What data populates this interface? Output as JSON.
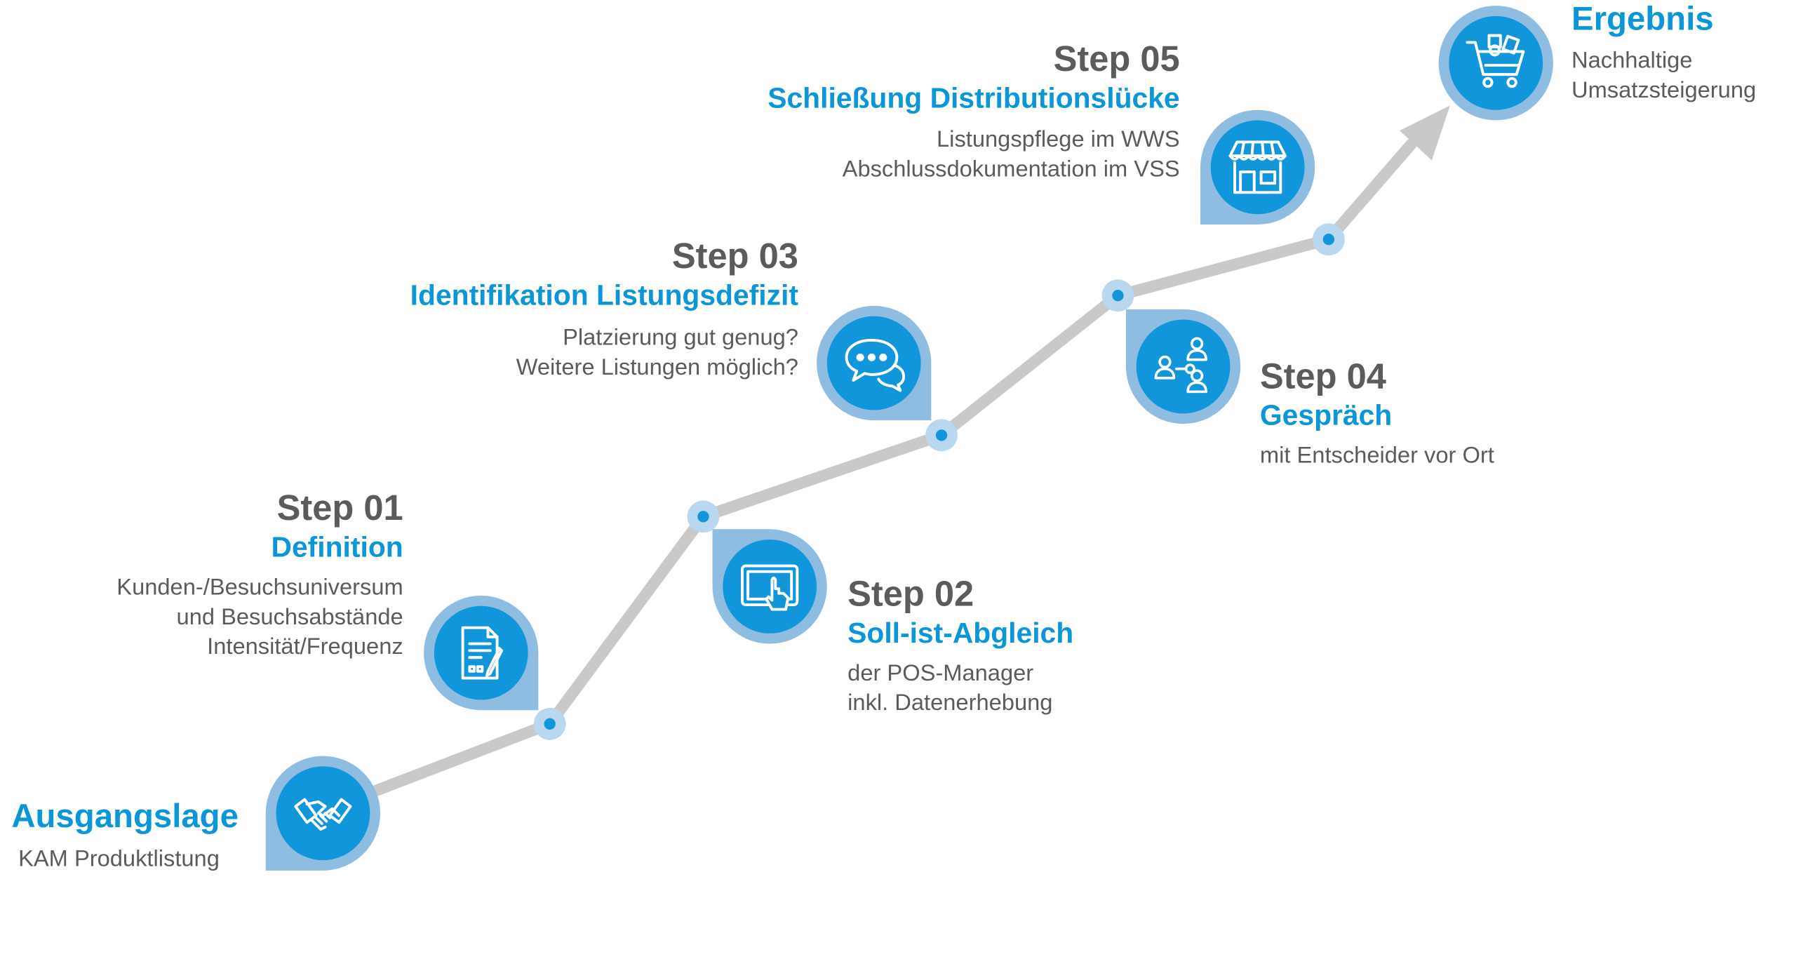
{
  "colors": {
    "accent": "#1296db",
    "pin_ring": "#8fbde2",
    "path": "#c9c9c9",
    "text": "#5b5b5b"
  },
  "start": {
    "title": "Ausgangslage",
    "text": "KAM Produktlistung",
    "icon": "handshake-icon"
  },
  "step01": {
    "step": "Step 01",
    "title": "Definition",
    "lines": [
      "Kunden-/Besuchsuniversum",
      "und Besuchsabstände",
      "Intensität/Frequenz"
    ],
    "icon": "document-icon"
  },
  "step02": {
    "step": "Step 02",
    "title": "Soll-ist-Abgleich",
    "lines": [
      "der POS-Manager",
      "inkl. Datenerhebung"
    ],
    "icon": "tablet-touch-icon"
  },
  "step03": {
    "step": "Step 03",
    "title": "Identifikation Listungsdefizit",
    "lines": [
      "Platzierung gut genug?",
      "Weitere Listungen möglich?"
    ],
    "icon": "chat-bubbles-icon"
  },
  "step04": {
    "step": "Step 04",
    "title": "Gespräch",
    "lines": [
      "mit Entscheider vor Ort"
    ],
    "icon": "people-network-icon"
  },
  "step05": {
    "step": "Step 05",
    "title": "Schließung Distributionslücke",
    "lines": [
      "Listungspflege im WWS",
      "Abschlussdokumentation im VSS"
    ],
    "icon": "storefront-icon"
  },
  "result": {
    "title": "Ergebnis",
    "lines": [
      "Nachhaltige",
      "Umsatzsteigerung"
    ],
    "icon": "shopping-cart-icon"
  }
}
